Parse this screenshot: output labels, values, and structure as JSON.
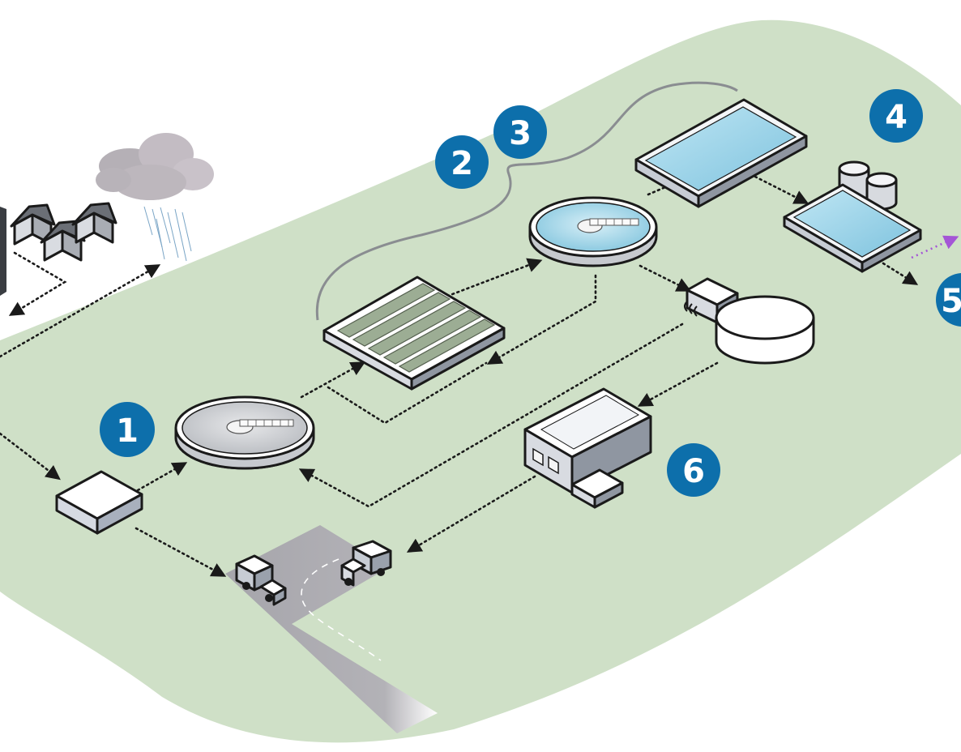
{
  "colors": {
    "ground": "#cfe0c7",
    "road": "#a6a5ab",
    "badge": "#0d6fab",
    "water": "#9fd6ec",
    "effluent_arrow": "#a455d6"
  },
  "badges": {
    "step1": "1",
    "step2": "2",
    "step3": "3",
    "step4": "4",
    "step5": "5",
    "step6": "6"
  }
}
